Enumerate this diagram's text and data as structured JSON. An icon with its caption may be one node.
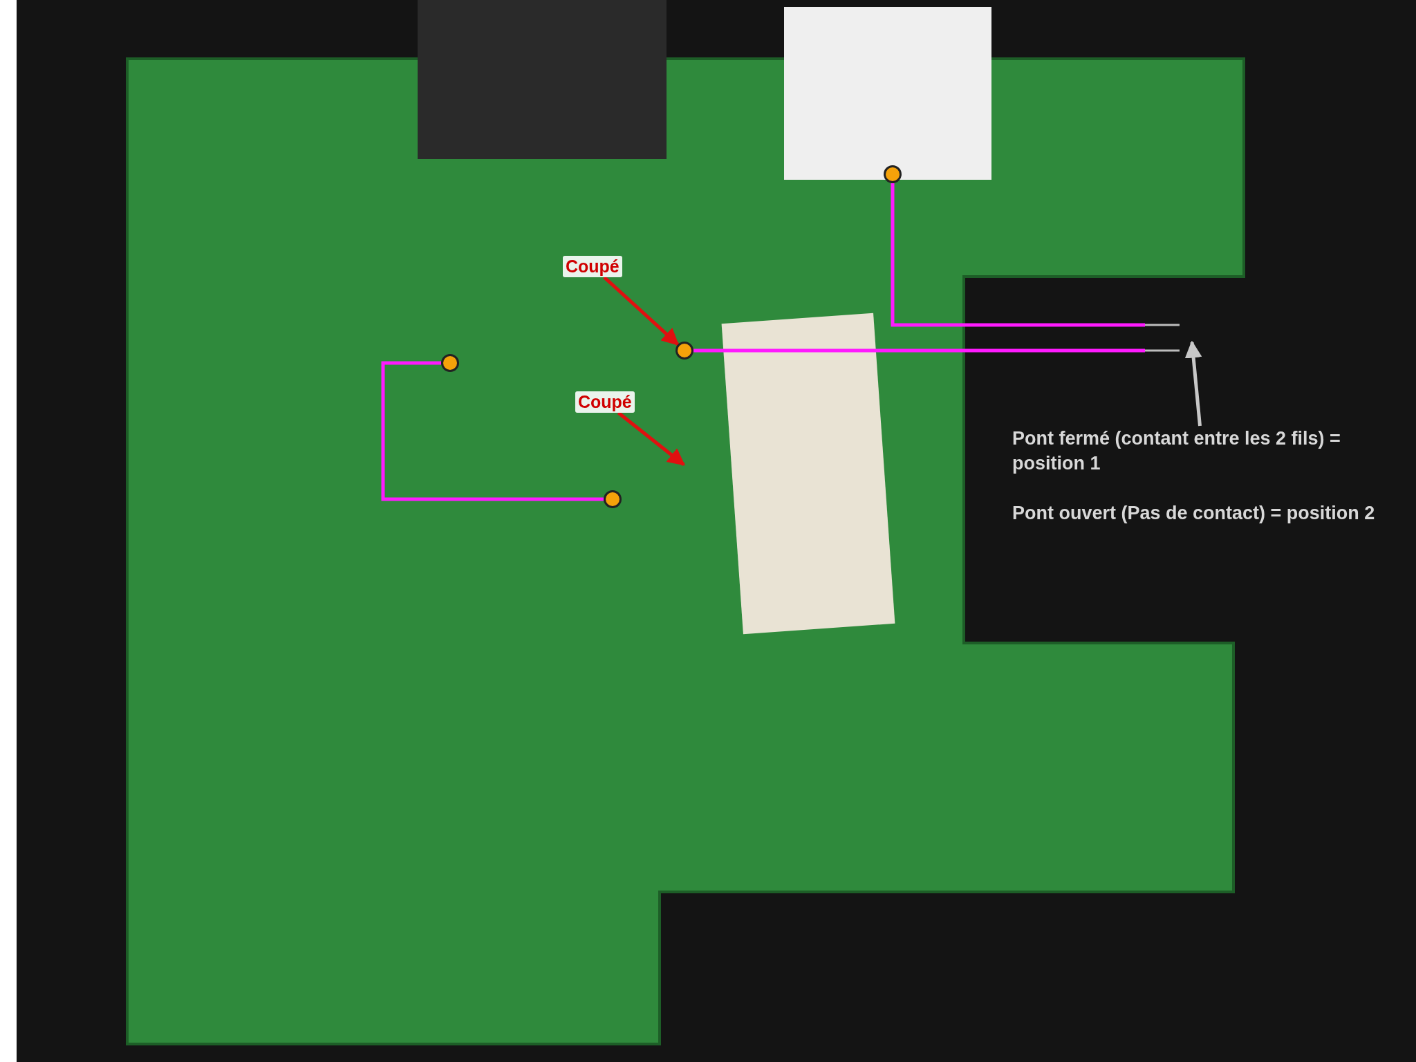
{
  "diagram": {
    "nodes": [
      {
        "text": [],
        "shape": "picture"
      },
      {
        "text": [
          "Coupé"
        ],
        "in": 0
      },
      {
        "text": [
          "Coupé"
        ],
        "in": 0
      },
      {
        "text": [],
        "shape": "circle",
        "in": 0
      },
      {
        "text": [],
        "shape": "circle",
        "in": 0
      },
      {
        "text": [],
        "shape": "circle",
        "in": 0
      },
      {
        "text": [],
        "shape": "circle",
        "in": 0
      },
      {
        "text": [
          "Pont fermé (contant entre les 2 fils) = position 1",
          "Pont ouvert (Pas de contact) = position 2"
        ],
        "in": 0
      }
    ],
    "edges": [
      {
        "from": 1,
        "to": 4,
        "arrow": "to",
        "color": "#e01010"
      },
      {
        "from": 2,
        "to": null,
        "arrow": "to",
        "color": "#e01010"
      },
      {
        "from": 3,
        "to": null,
        "arrow": "none"
      },
      {
        "from": 4,
        "to": null,
        "arrow": "none"
      },
      {
        "from": 5,
        "to": 6,
        "arrow": "none"
      },
      {
        "from": 7,
        "to": null,
        "arrow": "to",
        "color": "#c8c8c8"
      }
    ]
  }
}
